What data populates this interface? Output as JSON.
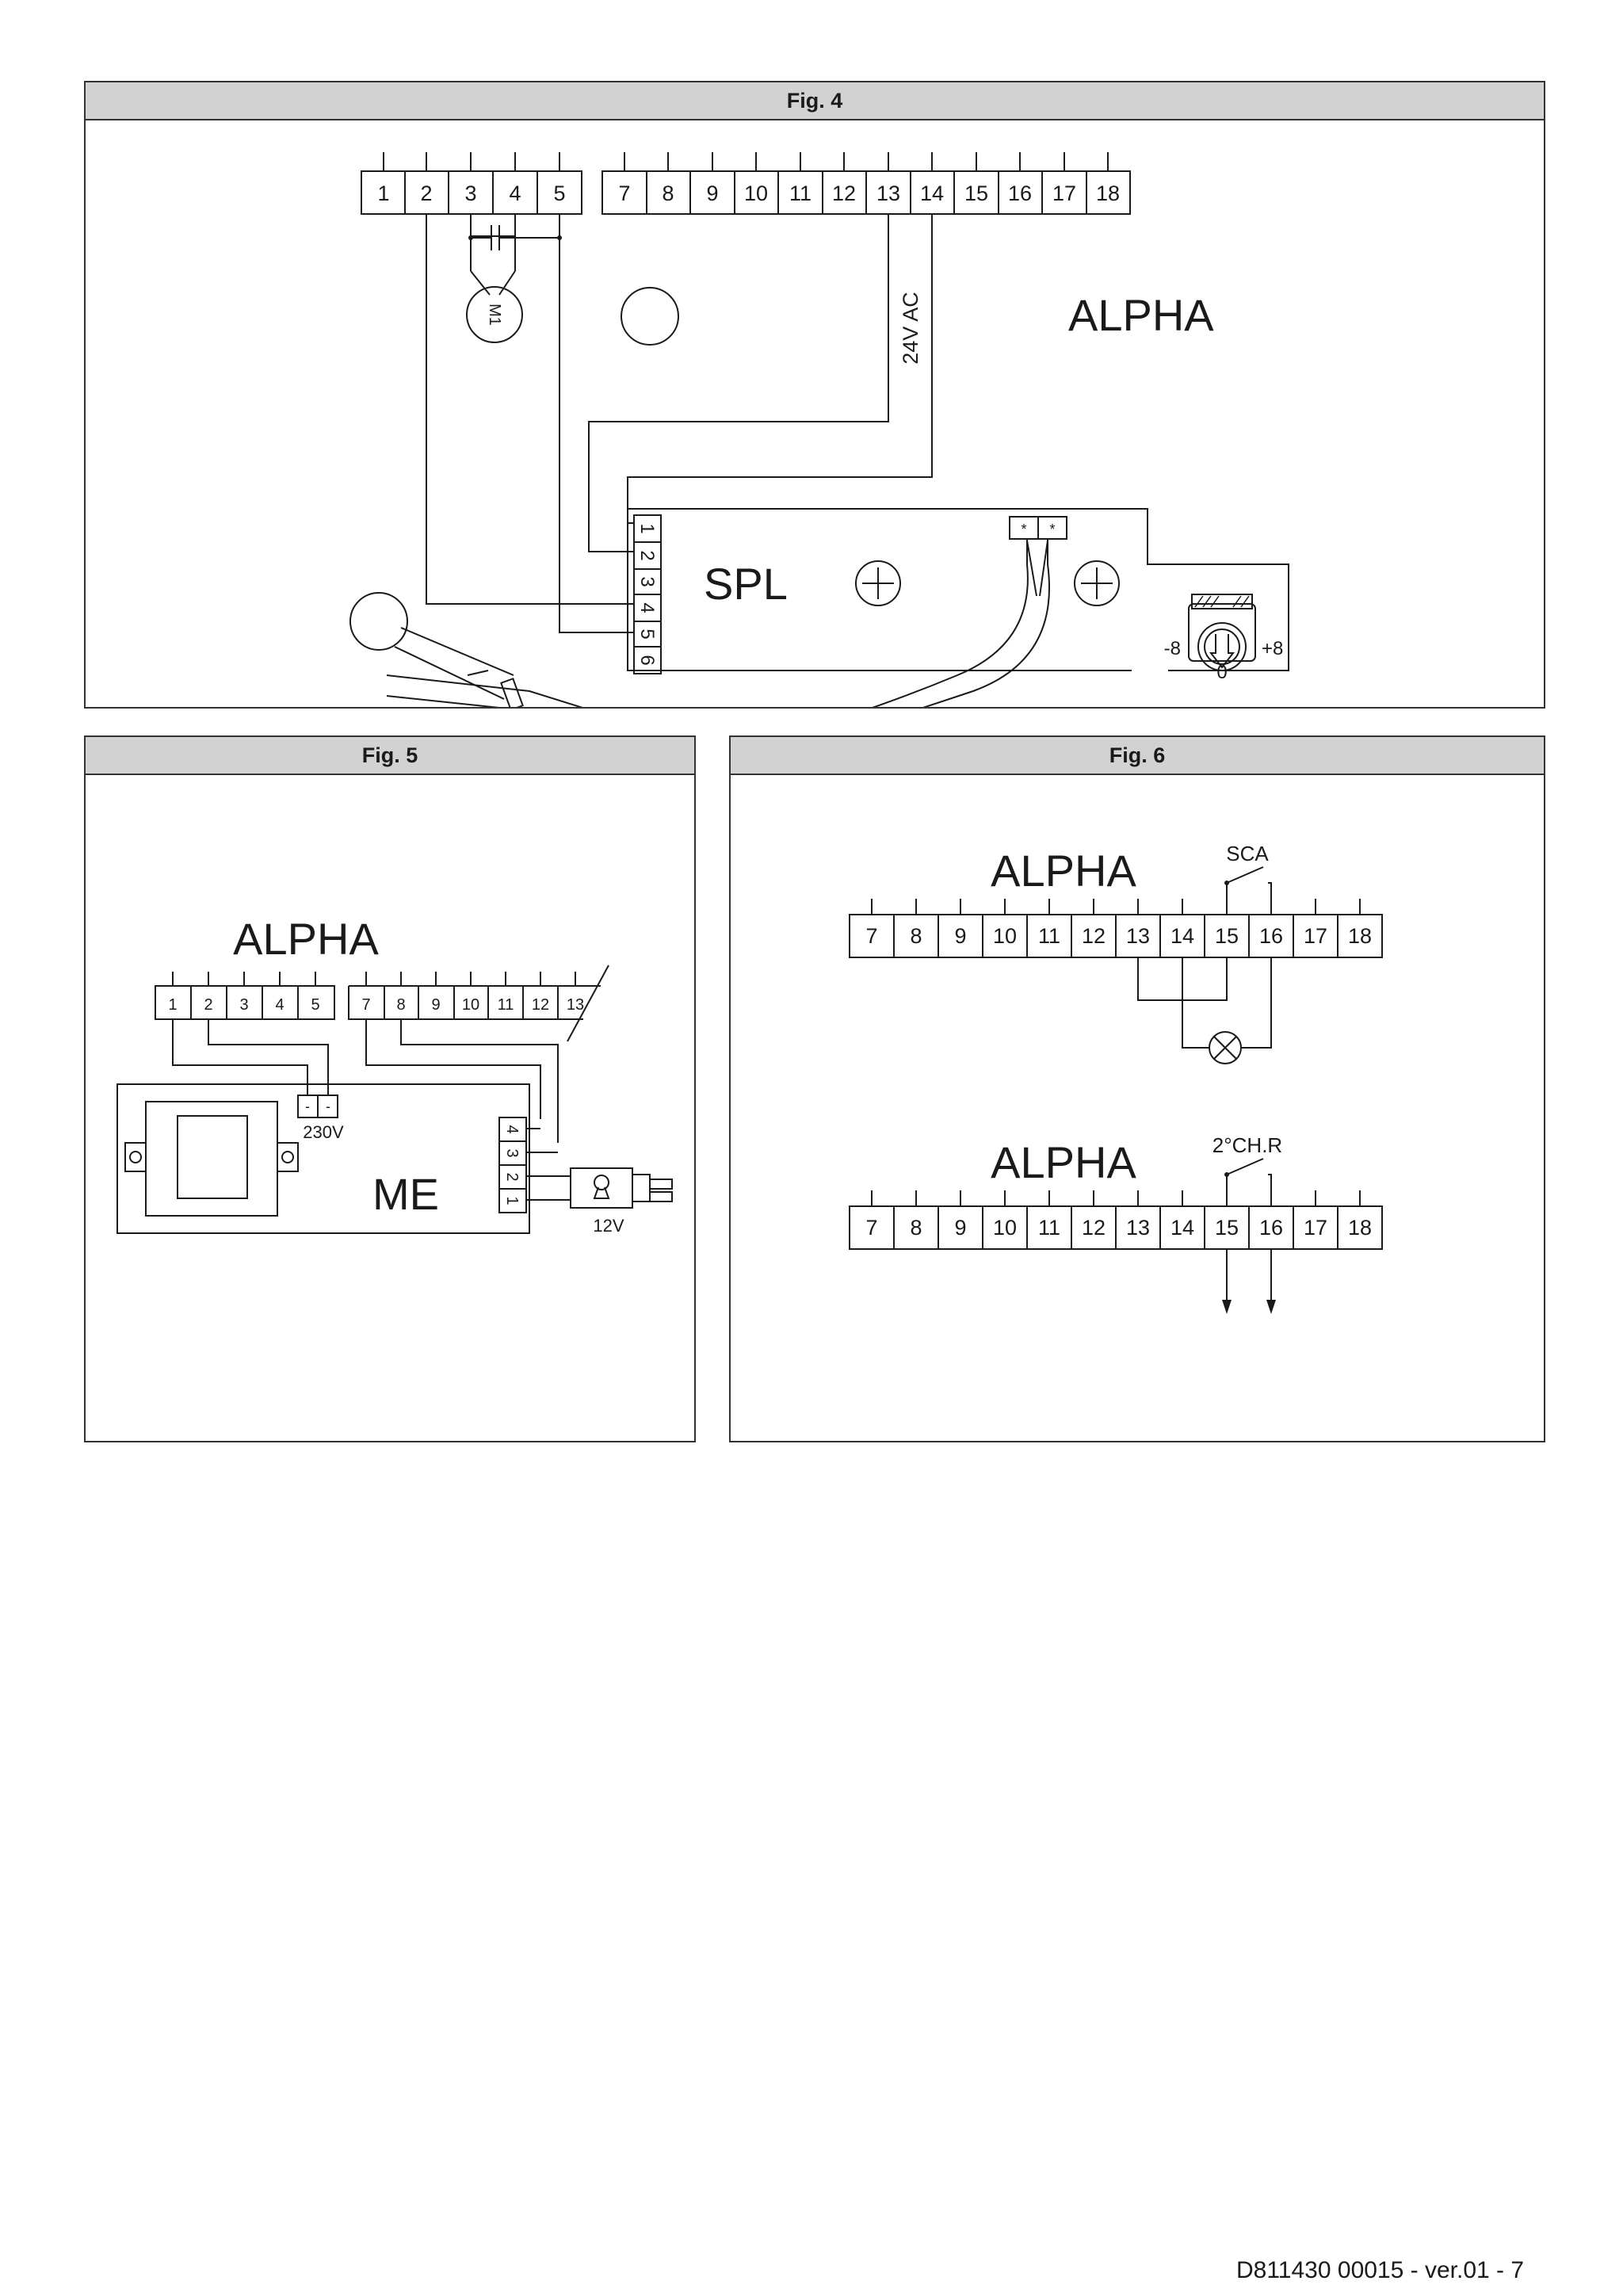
{
  "fig4": {
    "title": "Fig. 4",
    "terminals_left": [
      "1",
      "2",
      "3",
      "4",
      "5"
    ],
    "terminals_right": [
      "7",
      "8",
      "9",
      "10",
      "11",
      "12",
      "13",
      "14",
      "15",
      "16",
      "17",
      "18"
    ],
    "motor_label": "M1",
    "voltage_label": "24V AC",
    "board_label": "ALPHA",
    "module_label": "SPL",
    "module_terminals": [
      "1",
      "2",
      "3",
      "4",
      "5",
      "6"
    ],
    "pot_min_label": "-8",
    "pot_max_label": "+8",
    "pot_zero_label": "0"
  },
  "fig5": {
    "title": "Fig. 5",
    "board_label": "ALPHA",
    "terminals_left": [
      "1",
      "2",
      "3",
      "4",
      "5"
    ],
    "terminals_right": [
      "7",
      "8",
      "9",
      "10",
      "11",
      "12",
      "13"
    ],
    "supply_label": "230V",
    "module_label": "ME",
    "module_terminals": [
      "4",
      "3",
      "2",
      "1"
    ],
    "lock_voltage_label": "12V"
  },
  "fig6": {
    "title": "Fig. 6",
    "top": {
      "board_label": "ALPHA",
      "contact_label": "SCA",
      "terminals": [
        "7",
        "8",
        "9",
        "10",
        "11",
        "12",
        "13",
        "14",
        "15",
        "16",
        "17",
        "18"
      ]
    },
    "bottom": {
      "board_label": "ALPHA",
      "contact_label": "2°CH.R",
      "terminals": [
        "7",
        "8",
        "9",
        "10",
        "11",
        "12",
        "13",
        "14",
        "15",
        "16",
        "17",
        "18"
      ]
    }
  },
  "footer": {
    "document_code": "D811430 00015 - ver.01 - 7"
  }
}
